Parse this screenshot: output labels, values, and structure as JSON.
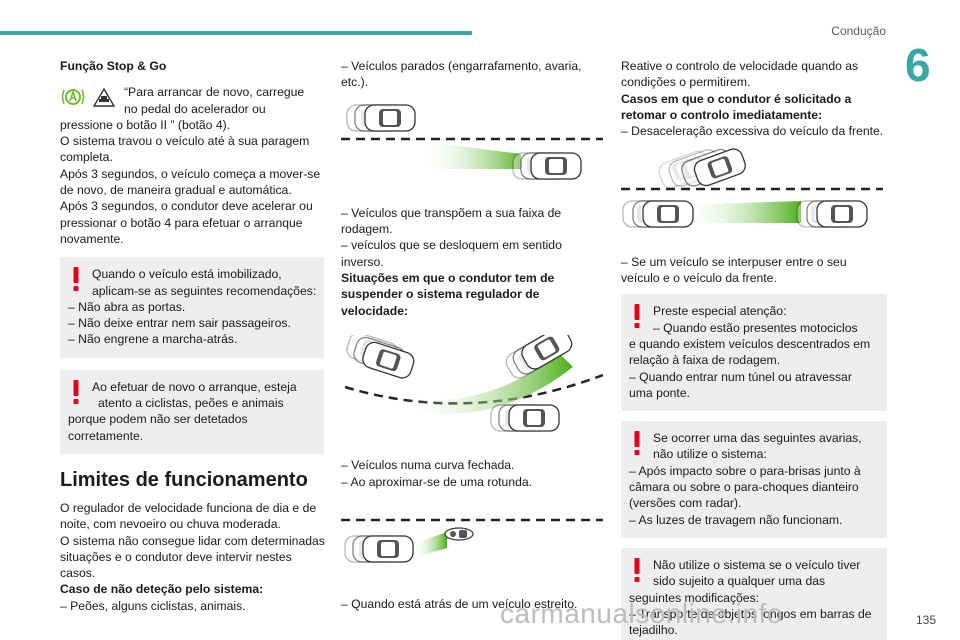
{
  "header": {
    "section": "Condução",
    "chapter": "6",
    "page": "135"
  },
  "watermark": "carmanualsonline.info",
  "col1": {
    "title": "Função Stop & Go",
    "icon_text": [
      "“Para arrancar de novo, carregue",
      "no pedal do acelerador ou"
    ],
    "p1": [
      "pressione o botão II ” (botão 4).",
      "O sistema travou o veículo até à sua paragem",
      "completa.",
      "Após 3 segundos, o veículo começa a mover-se",
      "de novo, de maneira gradual e automática.",
      "Após 3 segundos, o condutor deve acelerar ou",
      "pressionar o botão 4 para efetuar o arranque",
      "novamente."
    ],
    "warn1": [
      "Quando o veículo está imobilizado,",
      "aplicam-se as seguintes recomendações:",
      "–  Não abra as portas.",
      "–  Não deixe entrar nem sair passageiros.",
      "–  Não engrene a marcha-atrás."
    ],
    "warn2": [
      "Ao efetuar de novo o arranque, esteja",
      "atento a ciclistas, peões e animais",
      "porque podem não ser detetados",
      "corretamente."
    ],
    "heading2": "Limites de funcionamento",
    "p2": [
      "O regulador de velocidade funciona de dia e de",
      "noite, com nevoeiro ou chuva moderada.",
      "O sistema não consegue lidar com determinadas",
      "situações e o condutor deve intervir nestes",
      "casos."
    ],
    "p3_bold": "Caso de não deteção pelo sistema:",
    "p3": "–  Peões, alguns ciclistas, animais."
  },
  "col2": {
    "t1": [
      "–  Veículos parados (engarrafamento, avaria,",
      "etc.)."
    ],
    "t2": [
      "–  Veículos que transpõem a sua faixa de",
      "rodagem.",
      "–  veículos que se desloquem em sentido",
      "inverso."
    ],
    "t2_bold": [
      "Situações em que o condutor tem de",
      "suspender o sistema regulador de",
      "velocidade:"
    ],
    "t3": [
      "–  Veículos numa curva fechada.",
      "–  Ao aproximar-se de uma rotunda."
    ],
    "t4": "–  Quando está atrás de um veículo estreito."
  },
  "col3": {
    "t1": [
      "Reative o controlo de velocidade quando as",
      "condições o permitirem."
    ],
    "t1_bold": [
      "Casos em que o condutor é solicitado a",
      "retomar o controlo imediatamente:"
    ],
    "t1b": "–  Desaceleração excessiva do veículo da frente.",
    "t2": [
      "–  Se um veículo se interpuser entre o seu",
      "veículo e o veículo da frente."
    ],
    "warn1": [
      "Preste especial atenção:",
      "–  Quando estão presentes motociclos",
      "e quando existem veículos descentrados em",
      "relação à faixa de rodagem.",
      "–  Quando entrar num túnel ou atravessar",
      "uma ponte."
    ],
    "warn2": [
      "Se ocorrer uma das seguintes avarias,",
      "não utilize o sistema:",
      "–  Após impacto sobre o para-brisas junto à",
      "câmara ou sobre o para-choques dianteiro",
      "(versões com radar).",
      "–  As luzes de travagem não funcionam."
    ],
    "warn3": [
      "Não utilize o sistema se o veículo tiver",
      "sido sujeito a qualquer uma das",
      "seguintes modificações:",
      "–  Transporte de objetos longos em barras de",
      "tejadilho."
    ]
  },
  "colors": {
    "accent": "#3aa7a7",
    "warning": "#e2001a",
    "warn_bg": "#eeeeee",
    "icon_green": "#6dbe2a"
  },
  "icons": [
    "stop-go-green-icon",
    "warning-triangle-icon",
    "exclamation-icon",
    "car-icon",
    "motorcycle-icon"
  ]
}
